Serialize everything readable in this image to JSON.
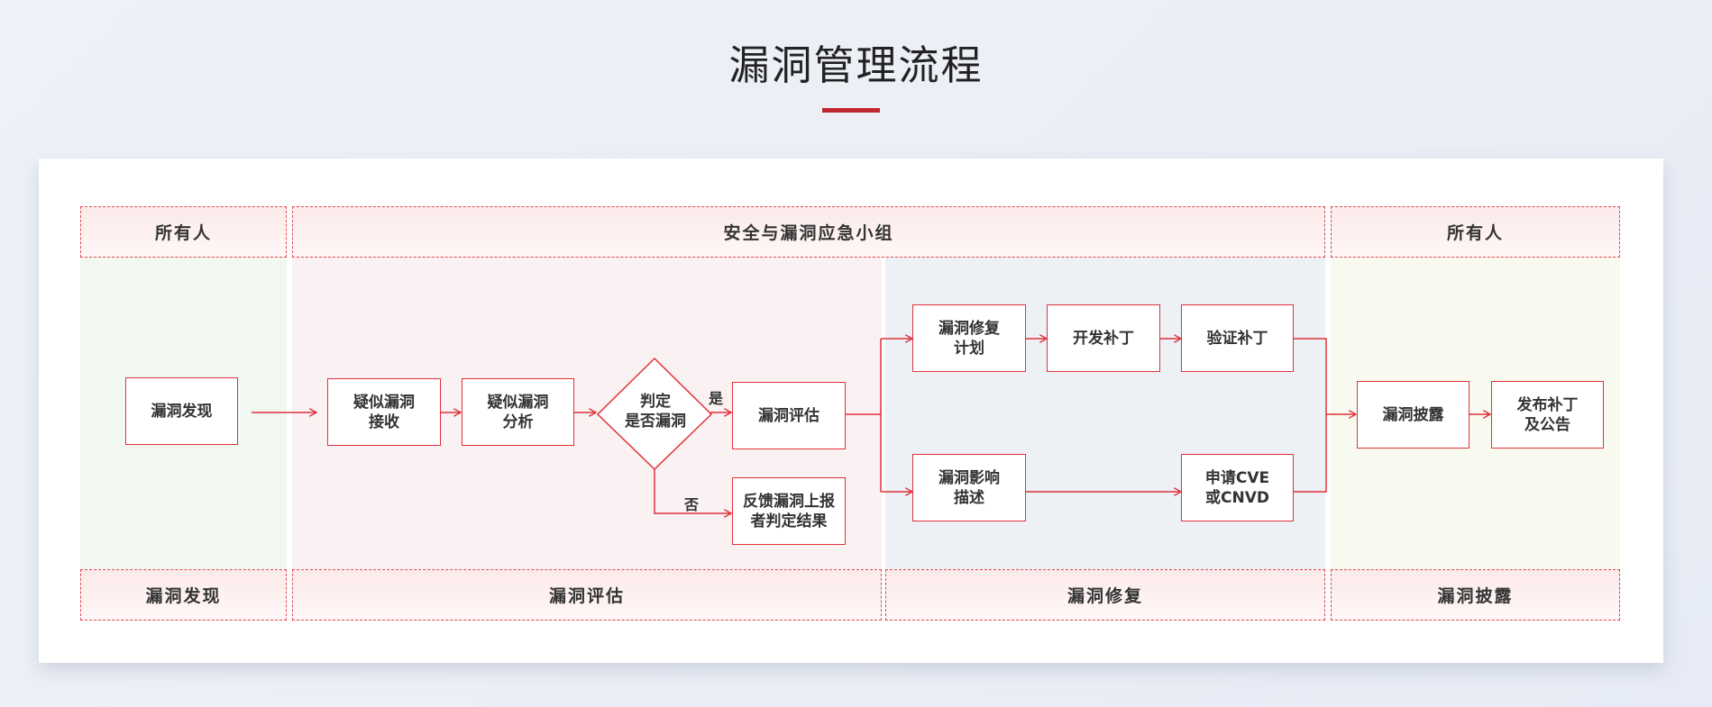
{
  "title": "漏洞管理流程",
  "colors": {
    "accent": "#c0262d",
    "line": "#e0313a"
  },
  "roles": [
    "所有人",
    "安全与漏洞应急小组",
    "所有人"
  ],
  "phases": [
    "漏洞发现",
    "漏洞评估",
    "漏洞修复",
    "漏洞披露"
  ],
  "nodes": {
    "discover": "漏洞发现",
    "receive": "疑似漏洞\n接收",
    "analyze": "疑似漏洞\n分析",
    "decide": "判定\n是否漏洞",
    "evaluate": "漏洞评估",
    "feedback": "反馈漏洞上报\n者判定结果",
    "fix_plan": "漏洞修复\n计划",
    "dev_patch": "开发补丁",
    "verify_patch": "验证补丁",
    "impact": "漏洞影响\n描述",
    "apply_cve": "申请CVE\n或CNVD",
    "disclose": "漏洞披露",
    "publish": "发布补丁\n及公告"
  },
  "branch_labels": {
    "yes": "是",
    "no": "否"
  }
}
